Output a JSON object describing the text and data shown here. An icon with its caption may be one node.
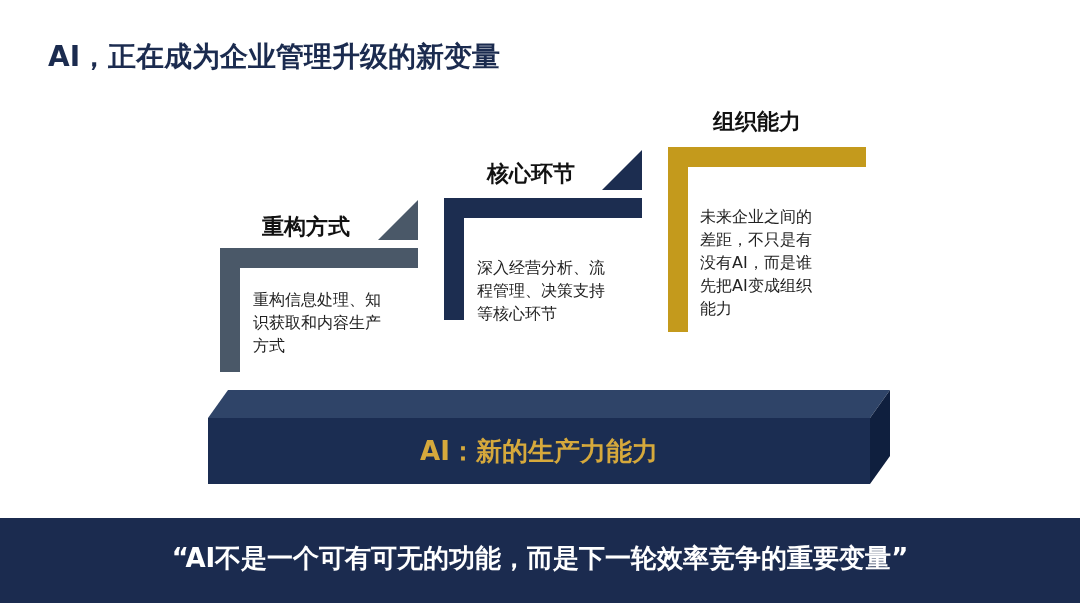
{
  "diagram": {
    "title": "AI，正在成为企业管理升级的新变量",
    "nodes": [
      {
        "text": [
          "重构方式",
          "重构信息处理、知识获取和内容生产方式"
        ]
      },
      {
        "text": [
          "核心环节",
          "深入经营分析、流程管理、决策支持等核心环节"
        ]
      },
      {
        "text": [
          "组织能力",
          "未来企业之间的差距，不只是有没有AI，而是谁先把AI变成组织能力"
        ]
      },
      {
        "text": [
          "AI：新的生产力能力"
        ]
      },
      {
        "text": [
          "“AI不是一个可有可无的功能，而是下一轮效率竞争的重要变量”"
        ]
      }
    ]
  }
}
